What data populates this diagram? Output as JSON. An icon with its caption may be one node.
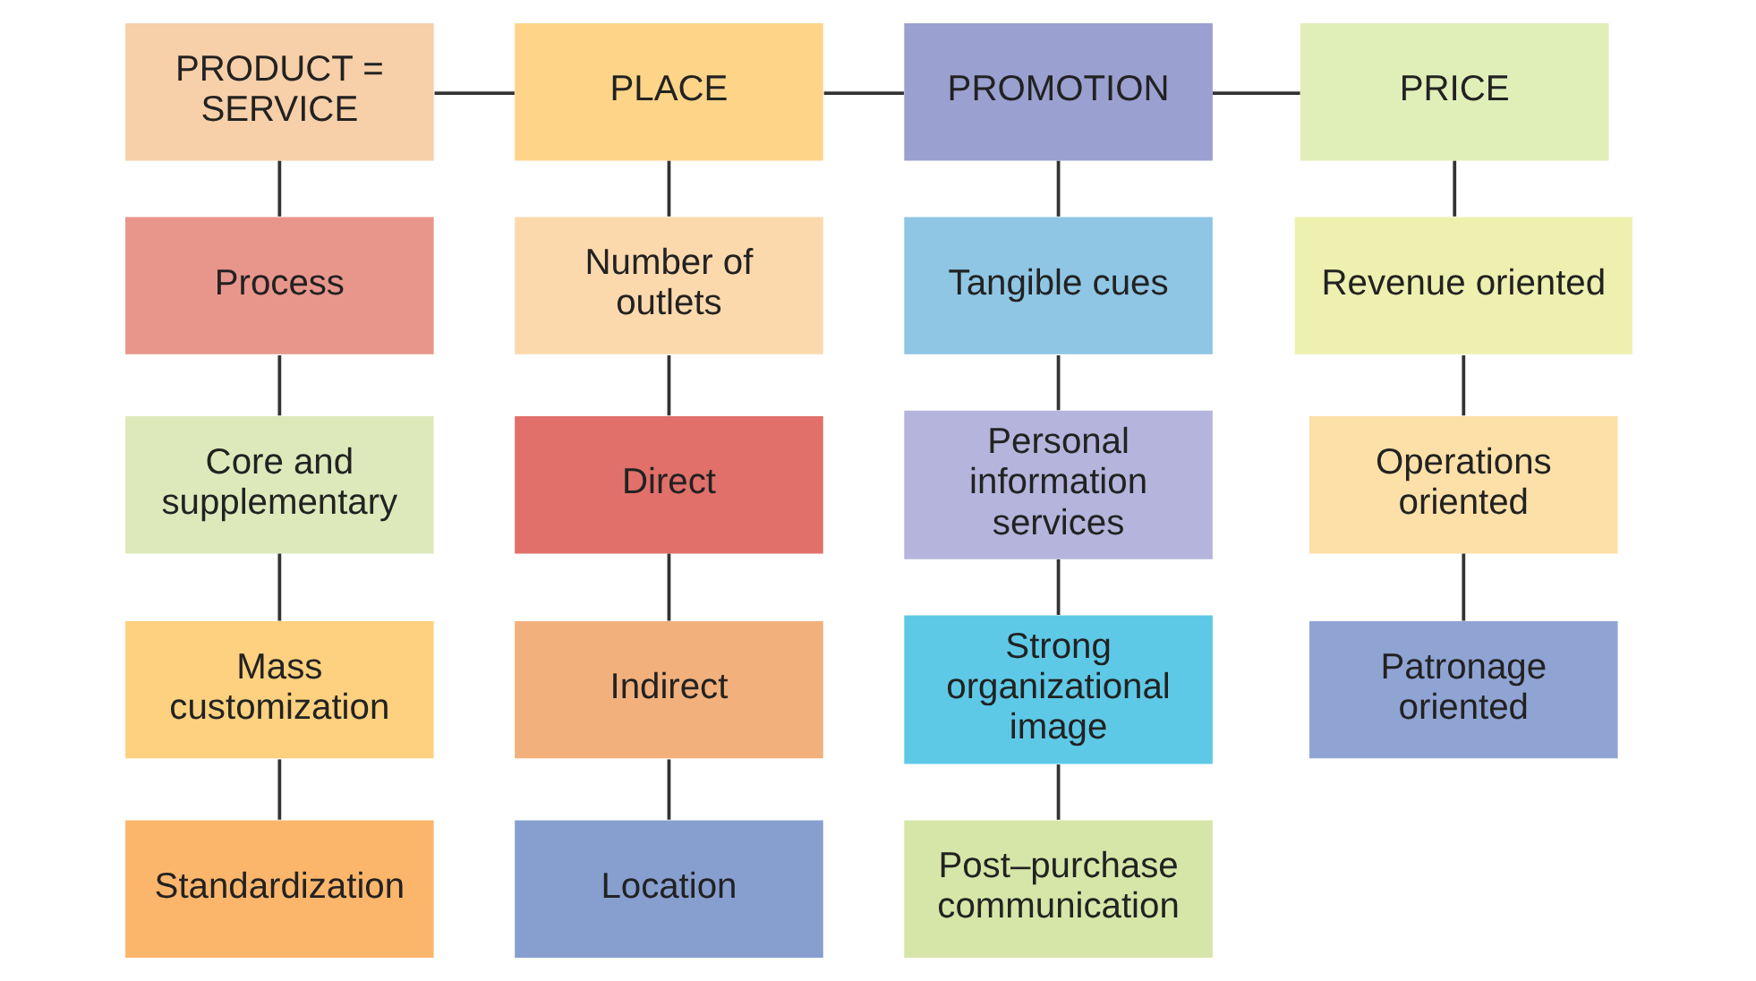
{
  "diagram": {
    "nodes": [
      {
        "text": [
          "PRODUCT = SERVICE"
        ]
      },
      {
        "text": [
          "PLACE"
        ]
      },
      {
        "text": [
          "PROMOTION"
        ]
      },
      {
        "text": [
          "PRICE"
        ]
      },
      {
        "text": [
          "Process"
        ]
      },
      {
        "text": [
          "Core and supplementary"
        ]
      },
      {
        "text": [
          "Mass customization"
        ]
      },
      {
        "text": [
          "Standardization"
        ]
      },
      {
        "text": [
          "Number of outlets"
        ]
      },
      {
        "text": [
          "Direct"
        ]
      },
      {
        "text": [
          "Indirect"
        ]
      },
      {
        "text": [
          "Location"
        ]
      },
      {
        "text": [
          "Tangible cues"
        ]
      },
      {
        "text": [
          "Personal information services"
        ]
      },
      {
        "text": [
          "Strong organizational image"
        ]
      },
      {
        "text": [
          "Post–purchase communication"
        ]
      },
      {
        "text": [
          "Revenue oriented"
        ]
      },
      {
        "text": [
          "Operations oriented"
        ]
      },
      {
        "text": [
          "Patronage oriented"
        ]
      }
    ],
    "edges": [
      {
        "from": 0,
        "to": 1,
        "arrow": "none"
      },
      {
        "from": 1,
        "to": 2,
        "arrow": "none"
      },
      {
        "from": 2,
        "to": 3,
        "arrow": "none"
      },
      {
        "from": 0,
        "to": 4,
        "arrow": "none"
      },
      {
        "from": 4,
        "to": 5,
        "arrow": "none"
      },
      {
        "from": 5,
        "to": 6,
        "arrow": "none"
      },
      {
        "from": 6,
        "to": 7,
        "arrow": "none"
      },
      {
        "from": 1,
        "to": 8,
        "arrow": "none"
      },
      {
        "from": 8,
        "to": 9,
        "arrow": "none"
      },
      {
        "from": 9,
        "to": 10,
        "arrow": "none"
      },
      {
        "from": 10,
        "to": 11,
        "arrow": "none"
      },
      {
        "from": 2,
        "to": 12,
        "arrow": "none"
      },
      {
        "from": 12,
        "to": 13,
        "arrow": "none"
      },
      {
        "from": 13,
        "to": 14,
        "arrow": "none"
      },
      {
        "from": 14,
        "to": 15,
        "arrow": "none"
      },
      {
        "from": 3,
        "to": 16,
        "arrow": "none"
      },
      {
        "from": 16,
        "to": 17,
        "arrow": "none"
      },
      {
        "from": 17,
        "to": 18,
        "arrow": "none"
      }
    ]
  }
}
